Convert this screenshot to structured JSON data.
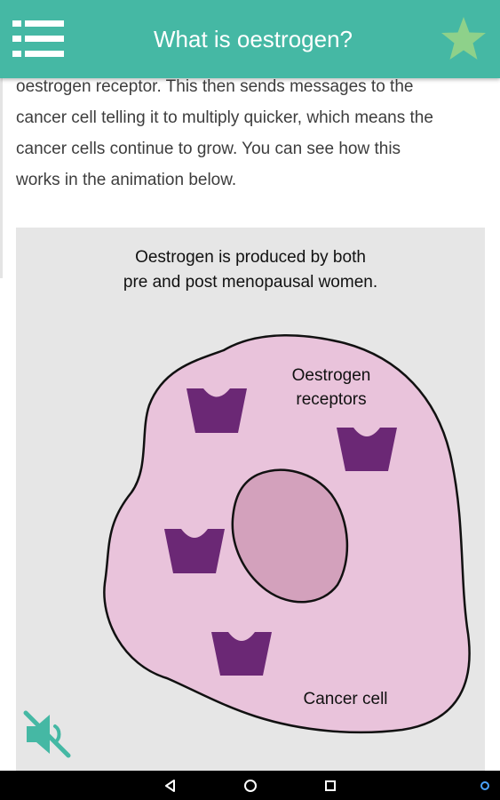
{
  "app_bar": {
    "title": "What is oestrogen?",
    "menu_icon": "list-menu-icon",
    "favorite_icon": "star-icon",
    "background_color": "#45b8a4",
    "star_color": "#8ed18a"
  },
  "article": {
    "lines": [
      "oestrogen receptor. This then sends messages to the",
      "cancer cell telling it to multiply quicker, which means the",
      "cancer cells continue to grow. You can see how this",
      "works in the animation below."
    ]
  },
  "animation": {
    "caption_line1": "Oestrogen is produced by both",
    "caption_line2": "pre and post menopausal women.",
    "receptors_label_line1": "Oestrogen",
    "receptors_label_line2": "receptors",
    "cell_label": "Cancer cell",
    "cell_color": "#e9c3db",
    "nucleus_color": "#d3a1bc",
    "receptor_color": "#6b2875",
    "sound_icon": "volume-off-icon",
    "sound_icon_color": "#45b8a4"
  },
  "system_nav": {
    "back_icon": "back-triangle-icon",
    "home_icon": "home-circle-icon",
    "recents_icon": "recents-square-icon",
    "assistant_icon": "assistant-dot-icon"
  }
}
